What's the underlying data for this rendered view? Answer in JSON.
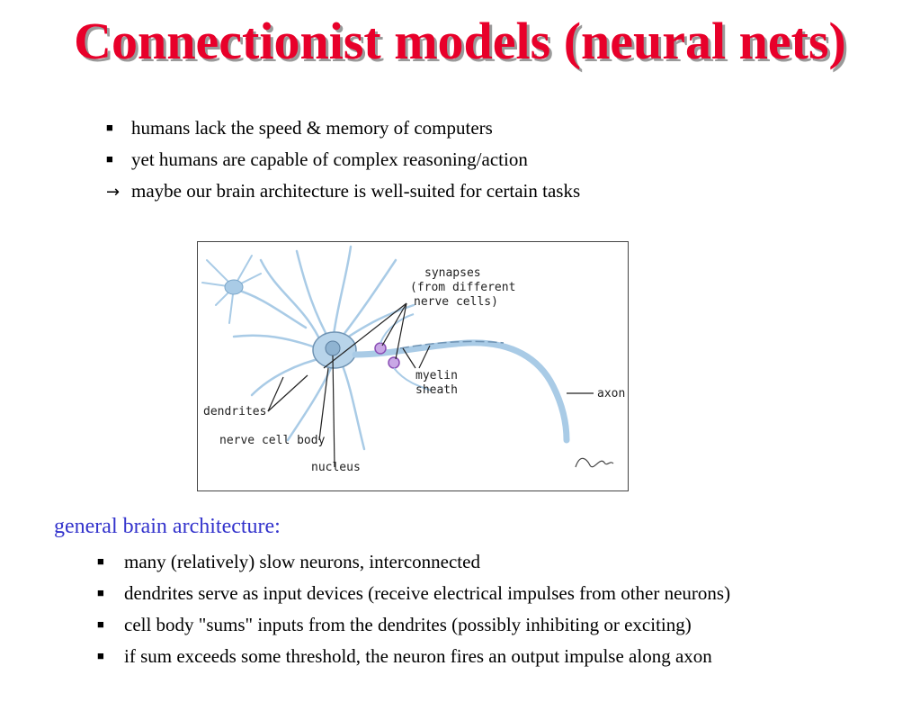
{
  "title": "Connectionist models (neural nets)",
  "intro": {
    "bullet_glyph": "■",
    "arrow_glyph": "→",
    "items": [
      "humans lack the speed & memory of computers",
      "yet humans are capable of complex reasoning/action"
    ],
    "conclusion": "maybe our brain architecture is well-suited for certain tasks"
  },
  "figure": {
    "labels": {
      "synapses_line1": "synapses",
      "synapses_line2": "(from different",
      "synapses_line3": "nerve cells)",
      "myelin_line1": "myelin",
      "myelin_line2": "sheath",
      "axon": "axon",
      "dendrites": "dendrites",
      "nerve_cell_body": "nerve cell body",
      "nucleus": "nucleus"
    },
    "colors": {
      "neuron": "#a9cbe6",
      "synapse": "#8a4fb5",
      "outline": "#5b7fa0"
    }
  },
  "architecture": {
    "heading": "general brain architecture:",
    "items": [
      "many (relatively) slow neurons, interconnected",
      "dendrites serve as input devices (receive electrical impulses from other neurons)",
      "cell body \"sums\" inputs from the dendrites (possibly inhibiting or exciting)",
      "if sum exceeds some threshold, the neuron fires an output impulse along axon"
    ]
  }
}
